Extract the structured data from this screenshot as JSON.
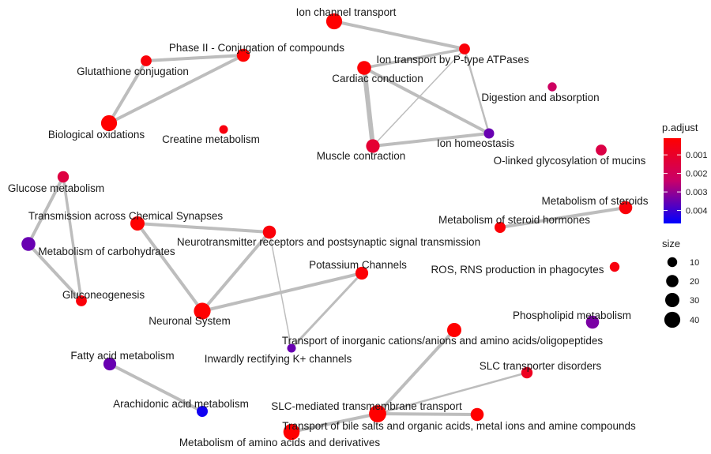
{
  "network": {
    "nodes": [
      {
        "id": "ion_channel",
        "label": "Ion channel transport",
        "size": 40,
        "p": 0.0001
      },
      {
        "id": "ptype",
        "label": "Ion transport by P-type ATPases",
        "size": 14,
        "p": 0.0003
      },
      {
        "id": "cardiac",
        "label": "Cardiac conduction",
        "size": 28,
        "p": 0.0002
      },
      {
        "id": "digestion",
        "label": "Digestion and absorption",
        "size": 8,
        "p": 0.0022
      },
      {
        "id": "ion_homeo",
        "label": "Ion homeostasis",
        "size": 12,
        "p": 0.0035
      },
      {
        "id": "muscle",
        "label": "Muscle contraction",
        "size": 26,
        "p": 0.0012
      },
      {
        "id": "oglyco",
        "label": "O-linked glycosylation of mucins",
        "size": 14,
        "p": 0.0016
      },
      {
        "id": "phase2",
        "label": "Phase II - Conjugation of compounds",
        "size": 24,
        "p": 0.0001
      },
      {
        "id": "glutathione",
        "label": "Glutathione conjugation",
        "size": 14,
        "p": 0.0003
      },
      {
        "id": "bio_ox",
        "label": "Biological oxidations",
        "size": 40,
        "p": 0.0001
      },
      {
        "id": "creatine",
        "label": "Creatine metabolism",
        "size": 7,
        "p": 0.0004
      },
      {
        "id": "glucose",
        "label": "Glucose metabolism",
        "size": 16,
        "p": 0.0015
      },
      {
        "id": "transmission",
        "label": "Transmission across Chemical Synapses",
        "size": 30,
        "p": 0.0001
      },
      {
        "id": "carbs",
        "label": "Metabolism of carbohydrates",
        "size": 28,
        "p": 0.0035
      },
      {
        "id": "gluconeo",
        "label": "Gluconeogenesis",
        "size": 14,
        "p": 0.0003
      },
      {
        "id": "neurotrans",
        "label": "Neurotransmitter receptors and postsynaptic signal transmission",
        "size": 24,
        "p": 0.0003
      },
      {
        "id": "neuronal",
        "label": "Neuronal System",
        "size": 45,
        "p": 0.0001
      },
      {
        "id": "potassium",
        "label": "Potassium Channels",
        "size": 22,
        "p": 0.0002
      },
      {
        "id": "inward",
        "label": "Inwardly rectifying K+ channels",
        "size": 7,
        "p": 0.0035
      },
      {
        "id": "steroids",
        "label": "Metabolism of steroids",
        "size": 24,
        "p": 0.0003
      },
      {
        "id": "steroid_horm",
        "label": "Metabolism of steroid hormones",
        "size": 15,
        "p": 0.0002
      },
      {
        "id": "ros",
        "label": "ROS, RNS production in phagocytes",
        "size": 10,
        "p": 0.0004
      },
      {
        "id": "phospho",
        "label": "Phospholipid metabolism",
        "size": 24,
        "p": 0.0033
      },
      {
        "id": "inorg",
        "label": "Transport of inorganic cations/anions and amino acids/oligopeptides",
        "size": 30,
        "p": 0.0001
      },
      {
        "id": "slc_dis",
        "label": "SLC transporter disorders",
        "size": 16,
        "p": 0.0008
      },
      {
        "id": "fatty",
        "label": "Fatty acid metabolism",
        "size": 22,
        "p": 0.0035
      },
      {
        "id": "arachidonic",
        "label": "Arachidonic acid metabolism",
        "size": 15,
        "p": 0.0045
      },
      {
        "id": "slc_med",
        "label": "SLC-mediated transmembrane transport",
        "size": 48,
        "p": 0.0001
      },
      {
        "id": "bile",
        "label": "Transport of bile salts and organic acids, metal ions and amine compounds",
        "size": 24,
        "p": 0.0001
      },
      {
        "id": "amino",
        "label": "Metabolism of amino acids and derivatives",
        "size": 42,
        "p": 0.0001
      }
    ],
    "edges": [
      {
        "source": "ion_channel",
        "target": "ptype",
        "weight": 4
      },
      {
        "source": "phase2",
        "target": "glutathione",
        "weight": 4
      },
      {
        "source": "phase2",
        "target": "bio_ox",
        "weight": 4
      },
      {
        "source": "glutathione",
        "target": "bio_ox",
        "weight": 4
      },
      {
        "source": "cardiac",
        "target": "ptype",
        "weight": 3.5
      },
      {
        "source": "cardiac",
        "target": "muscle",
        "weight": 6
      },
      {
        "source": "cardiac",
        "target": "ion_homeo",
        "weight": 4
      },
      {
        "source": "ptype",
        "target": "muscle",
        "weight": 1.5
      },
      {
        "source": "ptype",
        "target": "ion_homeo",
        "weight": 2.5
      },
      {
        "source": "muscle",
        "target": "ion_homeo",
        "weight": 4
      },
      {
        "source": "glucose",
        "target": "carbs",
        "weight": 4
      },
      {
        "source": "glucose",
        "target": "gluconeo",
        "weight": 3.5
      },
      {
        "source": "carbs",
        "target": "gluconeo",
        "weight": 4
      },
      {
        "source": "transmission",
        "target": "neurotrans",
        "weight": 4
      },
      {
        "source": "transmission",
        "target": "neuronal",
        "weight": 4
      },
      {
        "source": "neurotrans",
        "target": "neuronal",
        "weight": 4
      },
      {
        "source": "neuronal",
        "target": "potassium",
        "weight": 4
      },
      {
        "source": "neurotrans",
        "target": "inward",
        "weight": 1.5
      },
      {
        "source": "potassium",
        "target": "inward",
        "weight": 3
      },
      {
        "source": "steroids",
        "target": "steroid_horm",
        "weight": 4
      },
      {
        "source": "fatty",
        "target": "arachidonic",
        "weight": 4
      },
      {
        "source": "inorg",
        "target": "slc_med",
        "weight": 4
      },
      {
        "source": "slc_med",
        "target": "slc_dis",
        "weight": 2.5
      },
      {
        "source": "slc_med",
        "target": "bile",
        "weight": 4
      },
      {
        "source": "slc_med",
        "target": "amino",
        "weight": 4
      }
    ]
  },
  "legend": {
    "color_title": "p.adjust",
    "color_ticks": [
      {
        "label": "0.001",
        "value": 0.001
      },
      {
        "label": "0.002",
        "value": 0.002
      },
      {
        "label": "0.003",
        "value": 0.003
      },
      {
        "label": "0.004",
        "value": 0.004
      }
    ],
    "color_range": [
      0.0001,
      0.0047
    ],
    "color_low": "#ff0000",
    "color_high": "#0000ff",
    "size_title": "size",
    "size_entries": [
      {
        "label": "10",
        "size": 10
      },
      {
        "label": "20",
        "size": 20
      },
      {
        "label": "30",
        "size": 30
      },
      {
        "label": "40",
        "size": 40
      }
    ]
  },
  "colors": {
    "edge": "#bdbdbd"
  }
}
